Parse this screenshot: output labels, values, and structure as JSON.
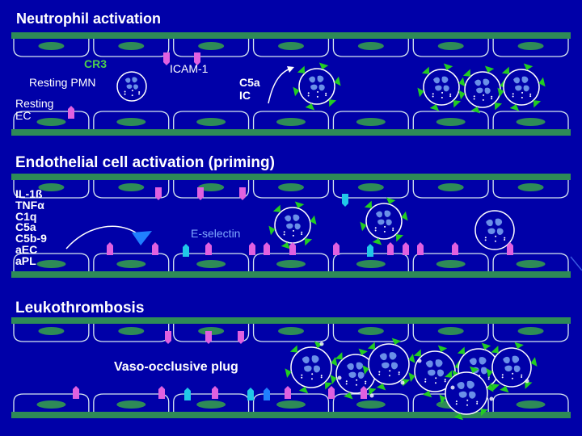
{
  "colors": {
    "background": "#0000a8",
    "endothelium": "#2e8b57",
    "nucleus": "#6a8fe8",
    "cr3_receptor": "#22cc22",
    "selectin": "#e060e0",
    "icam": "#20c8e8",
    "platelet_blue": "#2080ff"
  },
  "panels": [
    {
      "title": "Neutrophil activation",
      "labels": {
        "cr3": "CR3",
        "resting_pmn": "Resting PMN",
        "resting_ec": "Resting\nEC",
        "icam1": "ICAM-1",
        "c5a_ic": "C5a\nIC"
      }
    },
    {
      "title": "Endothelial cell activation (priming)",
      "labels": {
        "stimuli": "IL-1ß\nTNFα\nC1q\nC5a\nC5b-9\naEC\naPL",
        "e_selectin": "E-selectin"
      }
    },
    {
      "title": "Leukothrombosis",
      "labels": {
        "vaso_occlusive_plug": "Vaso-occlusive plug"
      }
    }
  ]
}
